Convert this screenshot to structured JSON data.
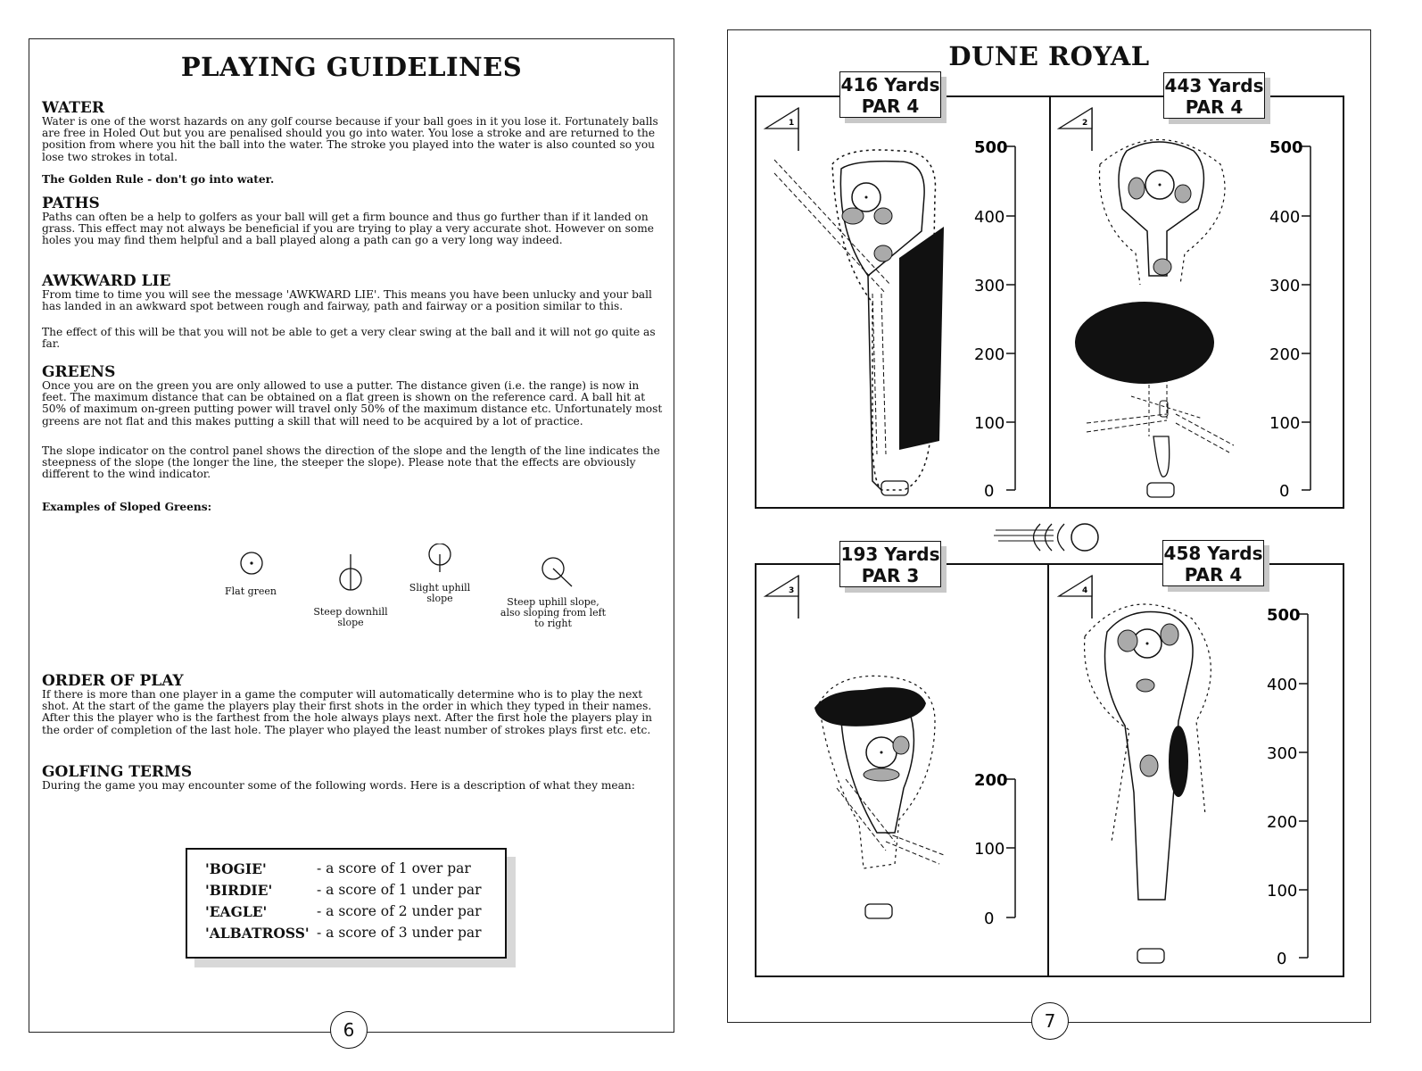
{
  "left": {
    "title": "PLAYING GUIDELINES",
    "water": {
      "heading": "WATER",
      "body": "Water is one of the worst hazards on any golf course because if your ball goes in it you lose it. Fortunately balls are free in Holed Out but you are penalised should you go into water. You lose a stroke and are returned to the position from where you hit the ball into the water. The stroke you played into the water is also counted so you lose two strokes in total.",
      "rule": "The Golden Rule - don't go into water."
    },
    "paths": {
      "heading": "PATHS",
      "body": "Paths can often be a help to golfers as your ball will get a firm bounce and thus go further than if it landed on grass. This effect may not always be beneficial if you are trying to play a very accurate shot. However on some holes you may find them helpful and a ball played along a path can go a very long way indeed."
    },
    "awkward": {
      "heading": "AWKWARD LIE",
      "body1": "From time to time you will see the message 'AWKWARD LIE'. This means you have been unlucky and your ball has landed in an awkward spot between rough and fairway, path and fairway or a position similar to this.",
      "body2": "The effect of this will be that you will not be able to get a very clear swing at the ball and it will not go quite as far."
    },
    "greens": {
      "heading": "GREENS",
      "body1": "Once you are on the green you are only allowed to use a putter. The distance given (i.e. the range) is now in feet. The maximum distance that can be obtained on a flat green is shown on the reference card. A ball hit at 50% of maximum on-green putting power will travel only 50% of the maximum distance etc. Unfortunately most greens are not flat and this makes putting a skill that will need to be acquired by a lot of practice.",
      "body2": "The slope indicator on the control panel shows the direction of the slope and the length of the line indicates the steepness of the slope (the longer the line, the steeper the slope). Please note that the effects are obviously different to the wind indicator.",
      "examples_label": "Examples of Sloped Greens:",
      "slopes": {
        "flat": "Flat green",
        "downhill": "Steep downhill slope",
        "uphill": "Slight uphill slope",
        "diagonal": "Steep uphill slope, also sloping from left to right"
      }
    },
    "order": {
      "heading": "ORDER OF PLAY",
      "body": "If there is more than one player in a game the computer will automatically determine who is to play the next shot. At the start of the game the players play their first shots in the order in which they typed in their names. After this the player who is the farthest from the hole always plays next. After the first hole the players play in the order of completion of the last hole. The player who played the least number of strokes plays first etc. etc."
    },
    "terms": {
      "heading": "GOLFING TERMS",
      "body": "During the game you may encounter some of the following words. Here is a description of what they mean:",
      "list": [
        {
          "term": "'BOGIE'",
          "desc": "- a score of 1 over par"
        },
        {
          "term": "'BIRDIE'",
          "desc": "- a score of 1 under par"
        },
        {
          "term": "'EAGLE'",
          "desc": "- a score of 2 under par"
        },
        {
          "term": "'ALBATROSS'",
          "desc": "- a score of 3 under par"
        }
      ]
    },
    "page_number": "6"
  },
  "right": {
    "title": "DUNE ROYAL",
    "holes": [
      {
        "number": "1",
        "yards": "416 Yards",
        "par": "PAR 4",
        "scale": [
          "500",
          "400",
          "300",
          "200",
          "100",
          "0"
        ]
      },
      {
        "number": "2",
        "yards": "443 Yards",
        "par": "PAR 4",
        "scale": [
          "500",
          "400",
          "300",
          "200",
          "100",
          "0"
        ]
      },
      {
        "number": "3",
        "yards": "193 Yards",
        "par": "PAR 3",
        "scale": [
          "200",
          "100",
          "0"
        ]
      },
      {
        "number": "4",
        "yards": "458 Yards",
        "par": "PAR 4",
        "scale": [
          "500",
          "400",
          "300",
          "200",
          "100",
          "0"
        ]
      }
    ],
    "page_number": "7"
  }
}
